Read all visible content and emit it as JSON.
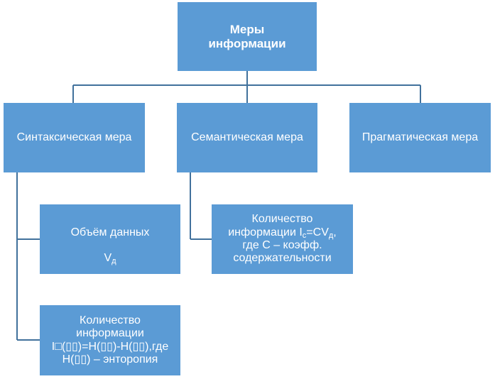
{
  "root": {
    "text": "Меры\nинформации"
  },
  "level1": [
    {
      "text": "Синтаксическая мера"
    },
    {
      "text": "Семантическая мера"
    },
    {
      "text": "Прагматическая мера"
    }
  ],
  "syntactic_children": [
    {
      "line1": "Объём данных",
      "symbol": "V",
      "sub": "д"
    },
    {
      "line1": "Количество",
      "line2": "информации",
      "line3": "I□(▯▯)=H(▯▯)-H(▯▯),где",
      "line4": "H(▯▯) – энторопия"
    }
  ],
  "semantic_child": {
    "line1": "Количество",
    "line2_pre": "информации I",
    "line2_sub1": "c",
    "line2_mid": "=CV",
    "line2_sub2": "д",
    "line2_post": ",",
    "line3": "где С – коэфф.",
    "line4": "содержательности"
  },
  "colors": {
    "box_fill": "#5b9bd5",
    "connector": "#41719c",
    "text": "#ffffff"
  }
}
